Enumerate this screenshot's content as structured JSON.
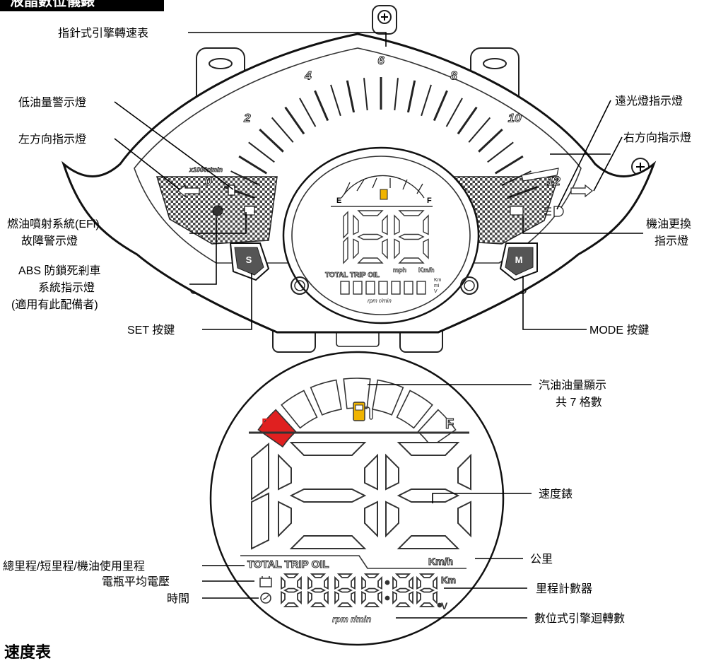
{
  "header": {
    "title": "液晶數位儀錶"
  },
  "footer": {
    "title": "速度表"
  },
  "callouts": {
    "tachometer": "指針式引擎轉速表",
    "low_fuel": "低油量警示燈",
    "left_turn": "左方向指示燈",
    "efi_line1": "燃油噴射系統(EFi)",
    "efi_line2": "故障警示燈",
    "abs_line1": "ABS 防鎖死剎車",
    "abs_line2": "系統指示燈",
    "abs_line3": "(適用有此配備者)",
    "set_button": "SET 按鍵",
    "high_beam": "遠光燈指示燈",
    "right_turn": "右方向指示燈",
    "oil_line1": "機油更換",
    "oil_line2": "指示燈",
    "mode_button": "MODE 按鍵",
    "fuel_gauge_line1": "汽油油量顯示",
    "fuel_gauge_line2": "共 7 格數",
    "speedometer": "速度錶",
    "unit_km": "公里",
    "odometer": "里程計數器",
    "mileage_modes": "總里程/短里程/機油使用里程",
    "battery_voltage": "電瓶平均電壓",
    "clock": "時間",
    "digital_rpm": "數位式引擎迴轉數"
  },
  "cluster": {
    "tach_numbers": [
      "0",
      "2",
      "4",
      "6",
      "8",
      "10",
      "12"
    ],
    "tach_unit": "x1000r/min",
    "set_key": "S",
    "mode_key": "M",
    "fuel_e": "E",
    "fuel_f": "F",
    "speed_units": [
      "mph",
      "Km/h"
    ],
    "mode_text": "TOTAL TRIP OIL",
    "odo_units": [
      "Km",
      "mi",
      "V"
    ],
    "rpm_text": "rpm r/min"
  },
  "lcd_zoom": {
    "fuel_e": "E",
    "fuel_f": "F",
    "fuel_segments_total": 7,
    "fuel_segments_lit": 1,
    "mode_text": "TOTAL TRIP OIL",
    "speed_unit": "Km/h",
    "odo_unit_km": "Km",
    "odo_unit_v": "V",
    "rpm_text": "rpm r/min"
  },
  "colors": {
    "lit_segment": "#e02020",
    "fuel_icon": "#f0b400"
  }
}
